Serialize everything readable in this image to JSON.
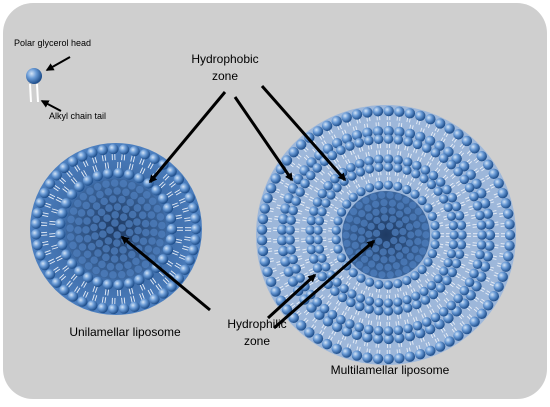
{
  "labels": {
    "polar_head": "Polar glycerol head",
    "alkyl_tail": "Alkyl chain tail",
    "hydrophobic_line1": "Hydrophobic",
    "hydrophobic_line2": "zone",
    "hydrophilic_line1": "Hydrophilic",
    "hydrophilic_line2": "zone",
    "unilamellar": "Unilamellar liposome",
    "multilamellar": "Multilamellar liposome"
  },
  "colors": {
    "background_panel": "#cfcfcf",
    "sphere_light": "#c9dcf2",
    "sphere_mid": "#5b8fd0",
    "sphere_dark": "#1f4f8c",
    "core_dark": "#203f6b",
    "tail": "#e8eef7",
    "arrow": "#000000"
  },
  "structures": {
    "unilamellar_bilayers": 1,
    "multilamellar_bilayers": 3
  }
}
